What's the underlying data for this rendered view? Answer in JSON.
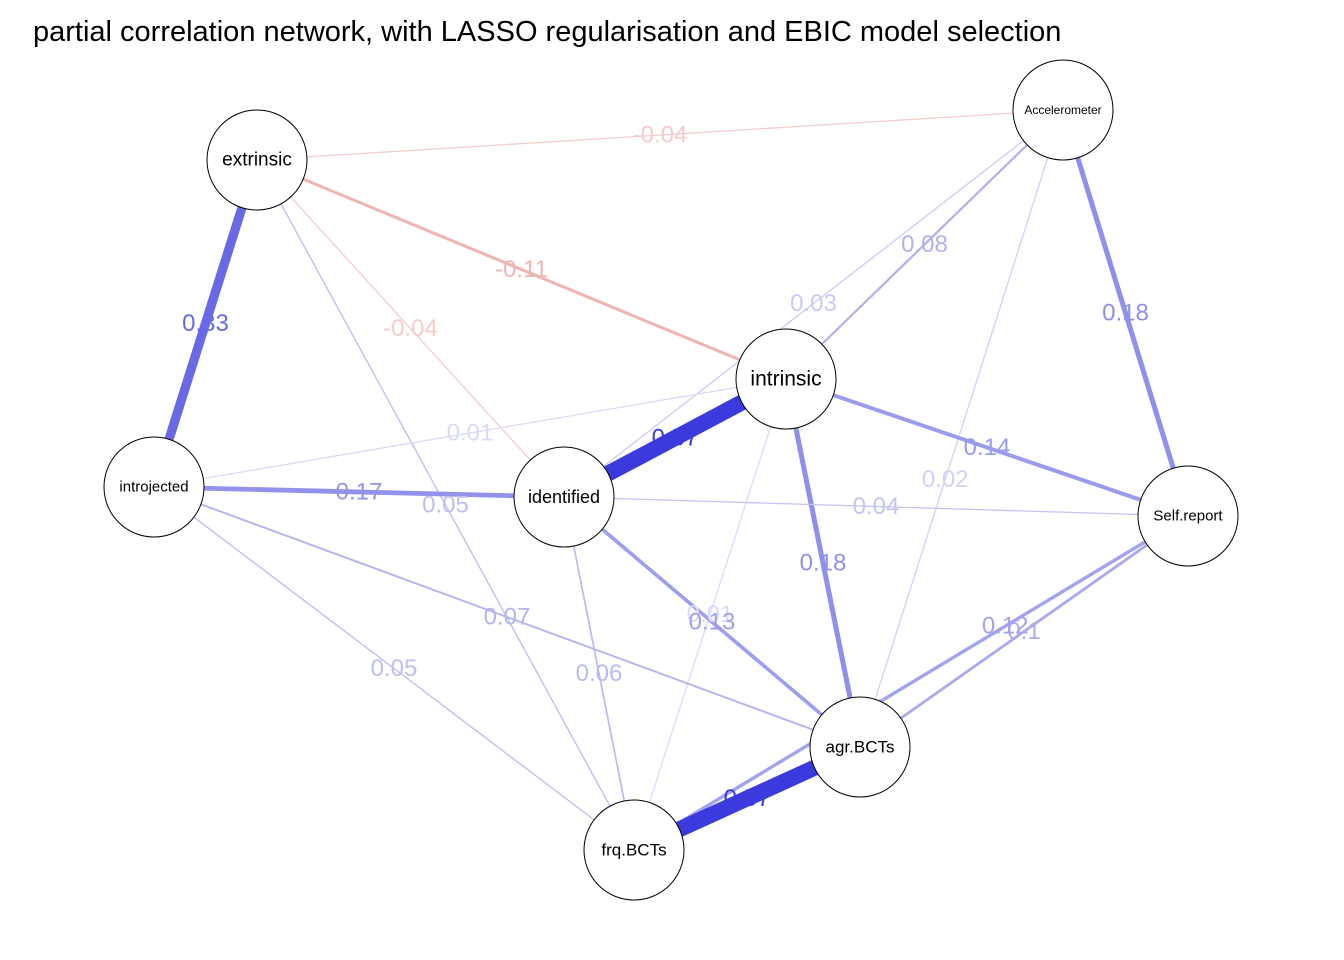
{
  "title": "partial correlation network, with LASSO regularisation and EBIC model selection",
  "colors": {
    "positive": "#3b3bdd",
    "negative": "#e07070",
    "node_border": "#000000",
    "node_fill": "#ffffff"
  },
  "nodes": [
    {
      "id": "extrinsic",
      "label": "extrinsic"
    },
    {
      "id": "accelerometer",
      "label": "Accelerometer"
    },
    {
      "id": "intrinsic",
      "label": "intrinsic"
    },
    {
      "id": "introjected",
      "label": "introjected"
    },
    {
      "id": "identified",
      "label": "identified"
    },
    {
      "id": "self_report",
      "label": "Self.report"
    },
    {
      "id": "agr_bcts",
      "label": "agr.BCTs"
    },
    {
      "id": "frq_bcts",
      "label": "frq.BCTs"
    }
  ],
  "edges": [
    {
      "from": "extrinsic",
      "to": "accelerometer",
      "weight": -0.04,
      "label": "-0.04"
    },
    {
      "from": "extrinsic",
      "to": "intrinsic",
      "weight": -0.11,
      "label": "-0.11"
    },
    {
      "from": "extrinsic",
      "to": "introjected",
      "weight": 0.33,
      "label": "0.33"
    },
    {
      "from": "extrinsic",
      "to": "identified",
      "weight": -0.04,
      "label": "-0.04"
    },
    {
      "from": "extrinsic",
      "to": "frq_bcts",
      "weight": 0.05,
      "label": "0.05"
    },
    {
      "from": "accelerometer",
      "to": "intrinsic",
      "weight": 0.08,
      "label": "0.08"
    },
    {
      "from": "accelerometer",
      "to": "identified",
      "weight": 0.03,
      "label": "0.03"
    },
    {
      "from": "accelerometer",
      "to": "self_report",
      "weight": 0.18,
      "label": "0.18"
    },
    {
      "from": "accelerometer",
      "to": "agr_bcts",
      "weight": 0.02,
      "label": "0.02"
    },
    {
      "from": "intrinsic",
      "to": "identified",
      "weight": 0.57,
      "label": "0.57"
    },
    {
      "from": "intrinsic",
      "to": "introjected",
      "weight": 0.01,
      "label": "0.01"
    },
    {
      "from": "intrinsic",
      "to": "self_report",
      "weight": 0.14,
      "label": "0.14"
    },
    {
      "from": "intrinsic",
      "to": "agr_bcts",
      "weight": 0.18,
      "label": "0.18"
    },
    {
      "from": "intrinsic",
      "to": "frq_bcts",
      "weight": 0.01,
      "label": "0.01"
    },
    {
      "from": "introjected",
      "to": "identified",
      "weight": 0.17,
      "label": "0.17"
    },
    {
      "from": "introjected",
      "to": "agr_bcts",
      "weight": 0.07,
      "label": "0.07"
    },
    {
      "from": "introjected",
      "to": "frq_bcts",
      "weight": 0.05,
      "label": "0.05"
    },
    {
      "from": "identified",
      "to": "self_report",
      "weight": 0.04,
      "label": "0.04"
    },
    {
      "from": "identified",
      "to": "agr_bcts",
      "weight": 0.13,
      "label": "0.13"
    },
    {
      "from": "identified",
      "to": "frq_bcts",
      "weight": 0.06,
      "label": "0.06"
    },
    {
      "from": "self_report",
      "to": "agr_bcts",
      "weight": 0.1,
      "label": "0.1"
    },
    {
      "from": "self_report",
      "to": "frq_bcts",
      "weight": 0.12,
      "label": "0.12"
    },
    {
      "from": "agr_bcts",
      "to": "frq_bcts",
      "weight": 0.57,
      "label": "0.57"
    }
  ]
}
